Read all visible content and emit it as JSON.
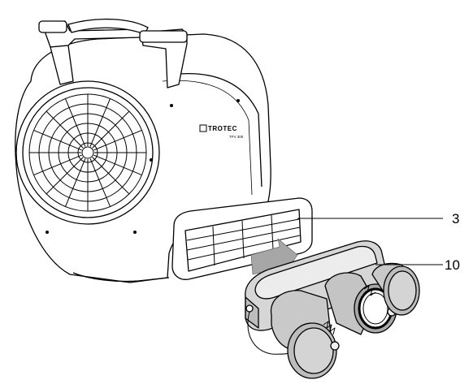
{
  "figure": {
    "brand_logo_text": "TROTEC",
    "model_text": "TFV 300",
    "callouts": [
      {
        "id": "3",
        "label": "3"
      },
      {
        "id": "10",
        "label": "10"
      }
    ]
  }
}
